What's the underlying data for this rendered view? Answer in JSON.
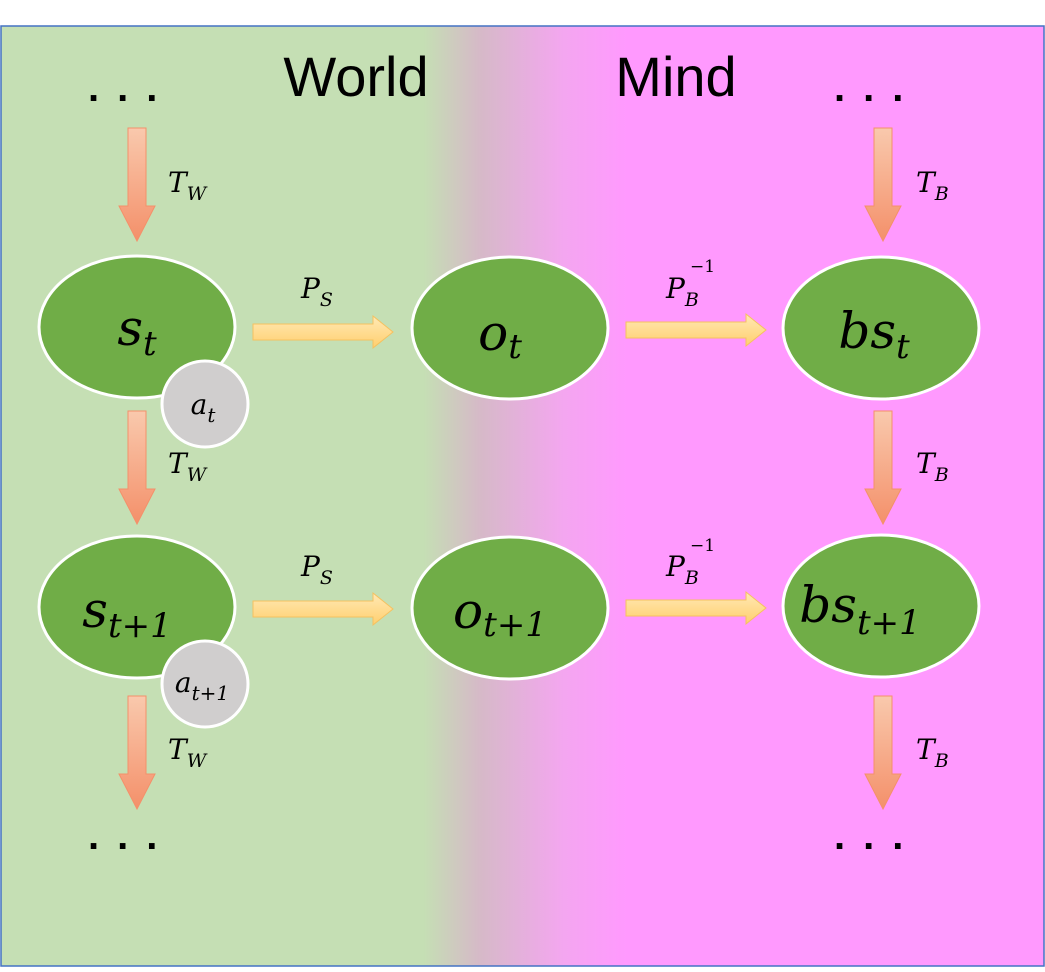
{
  "panels": {
    "world": "World",
    "mind": "Mind"
  },
  "continuation": {
    "top_world": "...",
    "top_mind": "...",
    "bottom_world": "...",
    "bottom_mind": "..."
  },
  "nodes": {
    "s_t": {
      "base": "s",
      "sub": "t"
    },
    "s_t1": {
      "base": "s",
      "sub": "t+1"
    },
    "o_t": {
      "base": "o",
      "sub": "t"
    },
    "o_t1": {
      "base": "o",
      "sub": "t+1"
    },
    "bs_t": {
      "base": "bs",
      "sub": "t"
    },
    "bs_t1": {
      "base": "bs",
      "sub": "t+1"
    },
    "a_t": {
      "base": "a",
      "sub": "t"
    },
    "a_t1": {
      "base": "a",
      "sub": "t+1"
    }
  },
  "edge_labels": {
    "world_transition": {
      "base": "T",
      "sub": "W"
    },
    "belief_transition": {
      "base": "T",
      "sub": "B"
    },
    "sensing": {
      "base": "P",
      "sub": "S"
    },
    "inverse_belief": {
      "base": "P",
      "sub": "B",
      "sup": "−1"
    }
  },
  "colors": {
    "world_bg": "#c5dfb4",
    "mind_bg": "#ff99fe",
    "node_fill": "#70ad47",
    "node_stroke": "#ffffff",
    "action_fill": "#d0cece",
    "vertical_arrow_top": "#f8c3a6",
    "vertical_arrow_bottom": "#f4906a",
    "horizontal_arrow_fill": "#ffd88a",
    "frame_stroke": "#4472c4"
  }
}
